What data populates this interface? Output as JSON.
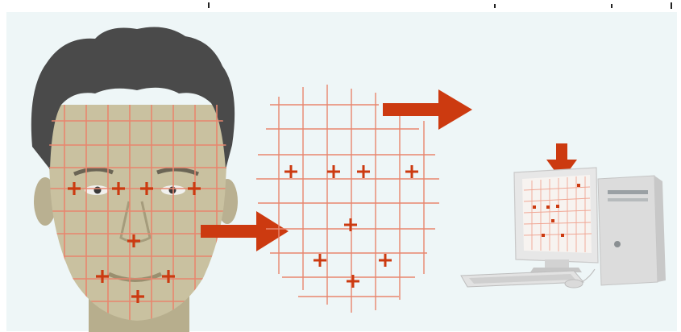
{
  "colors": {
    "background": "#ffffff",
    "panel": "#eef6f7",
    "grid_line": "#e8866e",
    "marker": "#cc3a10",
    "arrow": "#cc3a10",
    "hair": "#4a4a4a",
    "skin": "#c9c1a0",
    "monitor": "#e7e7e7",
    "tower": "#dcdcdc"
  },
  "icons": {
    "face": "face-with-grid-icon",
    "mesh": "landmark-mesh-icon",
    "computer": "desktop-computer-icon",
    "arrow": "right-arrow-icon",
    "down_arrow": "down-arrow-icon"
  },
  "process": [
    "face-capture",
    "landmark-extraction",
    "computer-matching"
  ]
}
